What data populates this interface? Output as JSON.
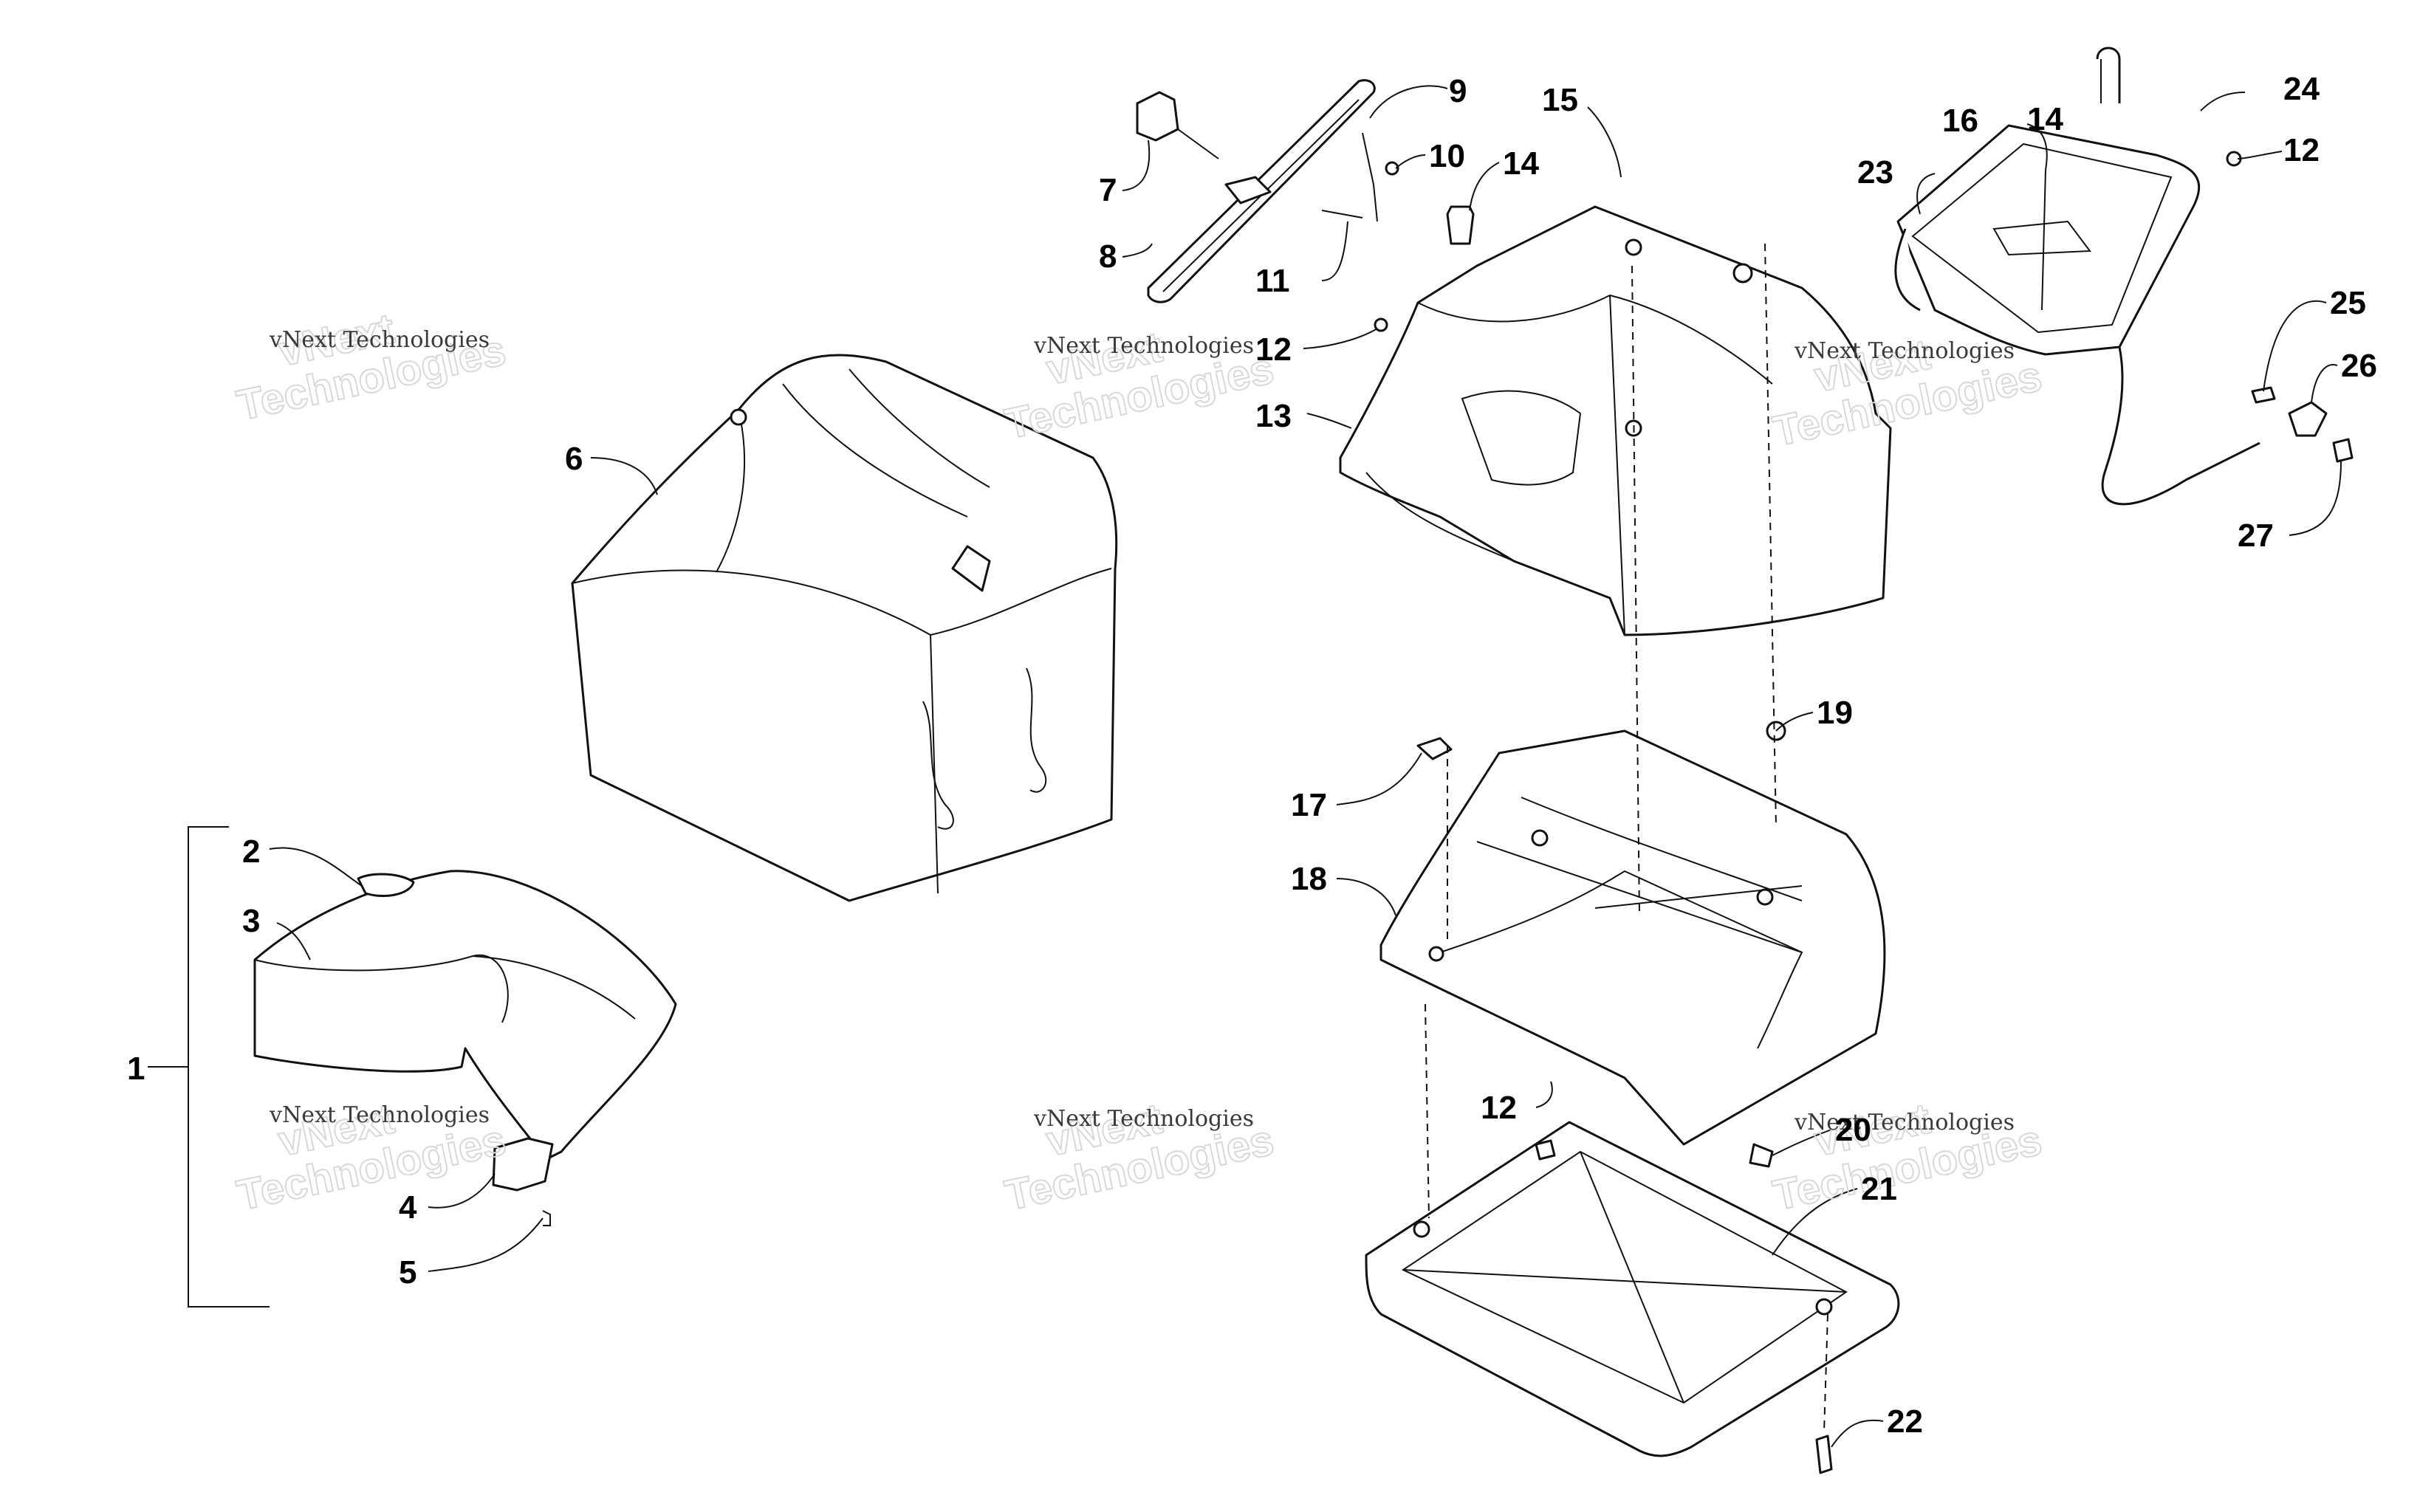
{
  "diagram": {
    "callouts": [
      "1",
      "2",
      "3",
      "4",
      "5",
      "6",
      "7",
      "8",
      "9",
      "10",
      "11",
      "12",
      "13",
      "14",
      "15",
      "16",
      "17",
      "18",
      "19",
      "20",
      "21",
      "22",
      "23",
      "24",
      "25",
      "26",
      "27"
    ],
    "watermark": {
      "line1": "vNext Technologies",
      "line2": "Technologies",
      "overlay": "vNext"
    }
  }
}
